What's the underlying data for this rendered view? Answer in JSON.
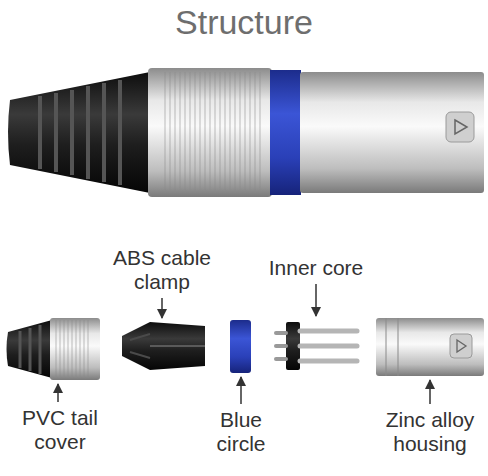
{
  "diagram": {
    "title": "Structure",
    "labels": [
      "ABS cable clamp",
      "Inner core",
      "PVC tail cover",
      "Blue circle",
      "Zinc alloy housing"
    ]
  }
}
